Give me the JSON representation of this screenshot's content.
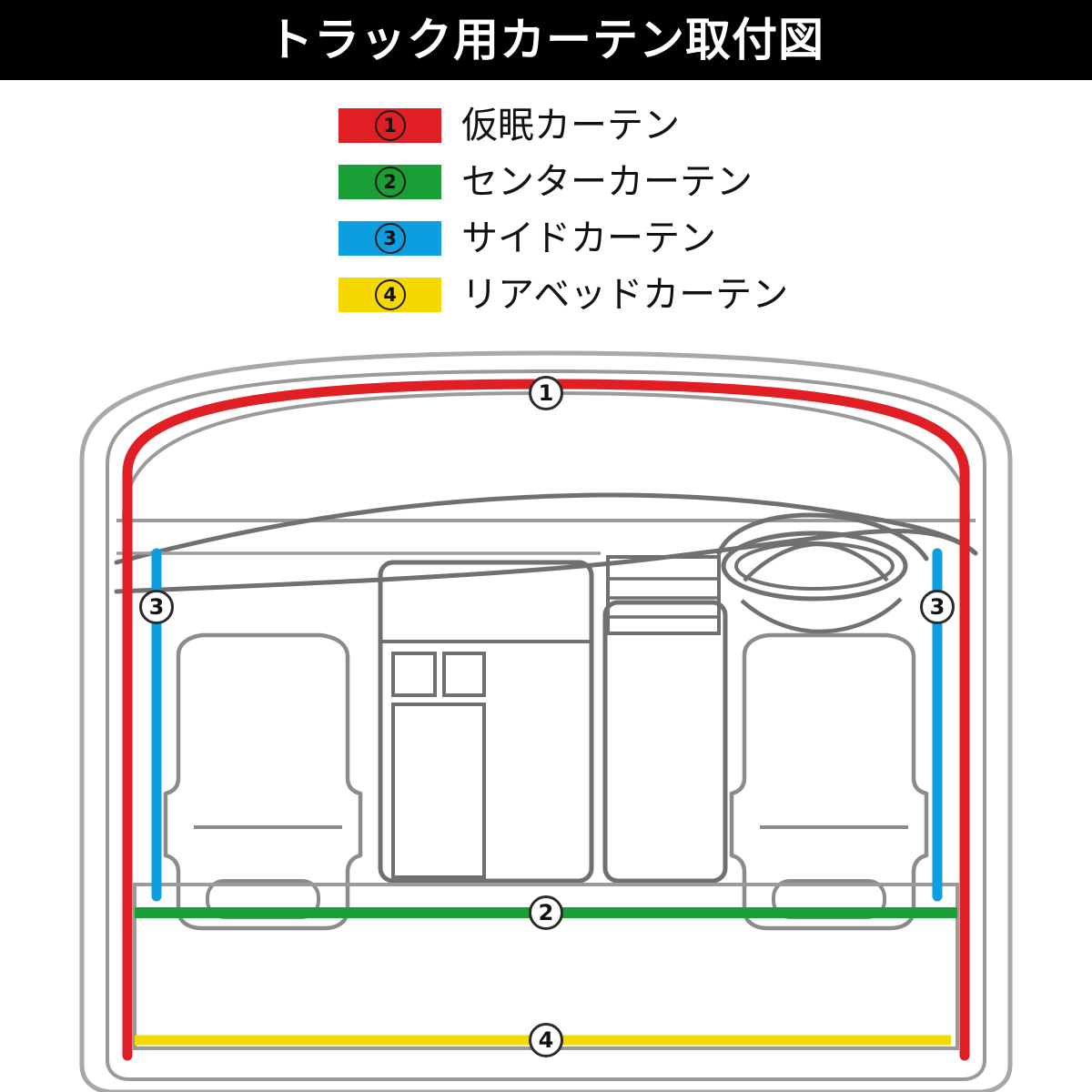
{
  "header": {
    "title": "トラック用カーテン取付図",
    "background_color": "#000000",
    "text_color": "#ffffff"
  },
  "legend": {
    "items": [
      {
        "number": "①",
        "marker": "1",
        "label": "仮眠カーテン",
        "color": "#E01E24"
      },
      {
        "number": "②",
        "marker": "2",
        "label": "センターカーテン",
        "color": "#1A9E36"
      },
      {
        "number": "③",
        "marker": "3",
        "label": "サイドカーテン",
        "color": "#0D9EE0"
      },
      {
        "number": "④",
        "marker": "4",
        "label": "リアベッドカーテン",
        "color": "#F5D800"
      }
    ]
  },
  "diagram": {
    "description": "トラックキャビン上面図",
    "outline_color": "#9a9a9a",
    "detail_color": "#707070",
    "callouts": [
      {
        "id": "1",
        "label": "1",
        "curtain": "仮眠カーテン",
        "color": "#E01E24",
        "position": "top-center"
      },
      {
        "id": "2",
        "label": "2",
        "curtain": "センターカーテン",
        "color": "#1A9E36",
        "position": "center-lower"
      },
      {
        "id": "3L",
        "label": "3",
        "curtain": "サイドカーテン",
        "color": "#0D9EE0",
        "position": "left-side"
      },
      {
        "id": "3R",
        "label": "3",
        "curtain": "サイドカーテン",
        "color": "#0D9EE0",
        "position": "right-side"
      },
      {
        "id": "4",
        "label": "4",
        "curtain": "リアベッドカーテン",
        "color": "#F5D800",
        "position": "bottom-center"
      }
    ]
  }
}
